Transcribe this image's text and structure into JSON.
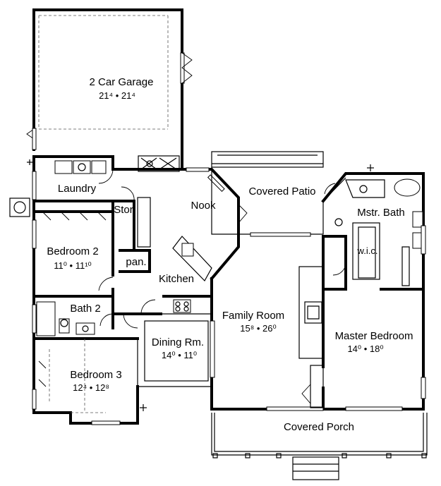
{
  "rooms": {
    "garage": {
      "name": "2 Car Garage",
      "dims": "21⁴ • 21⁴"
    },
    "laundry": {
      "name": "Laundry"
    },
    "stor": {
      "name": "Stor"
    },
    "nook": {
      "name": "Nook"
    },
    "covered_patio": {
      "name": "Covered Patio"
    },
    "mstr_bath": {
      "name": "Mstr. Bath"
    },
    "bedroom2": {
      "name": "Bedroom 2",
      "dims": "11⁰ • 11¹⁰"
    },
    "pan": {
      "name": "pan."
    },
    "kitchen": {
      "name": "Kitchen"
    },
    "wic": {
      "name": "w.i.c."
    },
    "bath2": {
      "name": "Bath 2"
    },
    "family_room": {
      "name": "Family Room",
      "dims": "15⁸ • 26⁰"
    },
    "master_bedroom": {
      "name": "Master Bedroom",
      "dims": "14⁰ • 18⁰"
    },
    "dining": {
      "name": "Dining Rm.",
      "dims": "14⁰ • 11⁰"
    },
    "bedroom3": {
      "name": "Bedroom 3",
      "dims": "12⁴ • 12⁸"
    },
    "covered_porch": {
      "name": "Covered Porch"
    }
  }
}
